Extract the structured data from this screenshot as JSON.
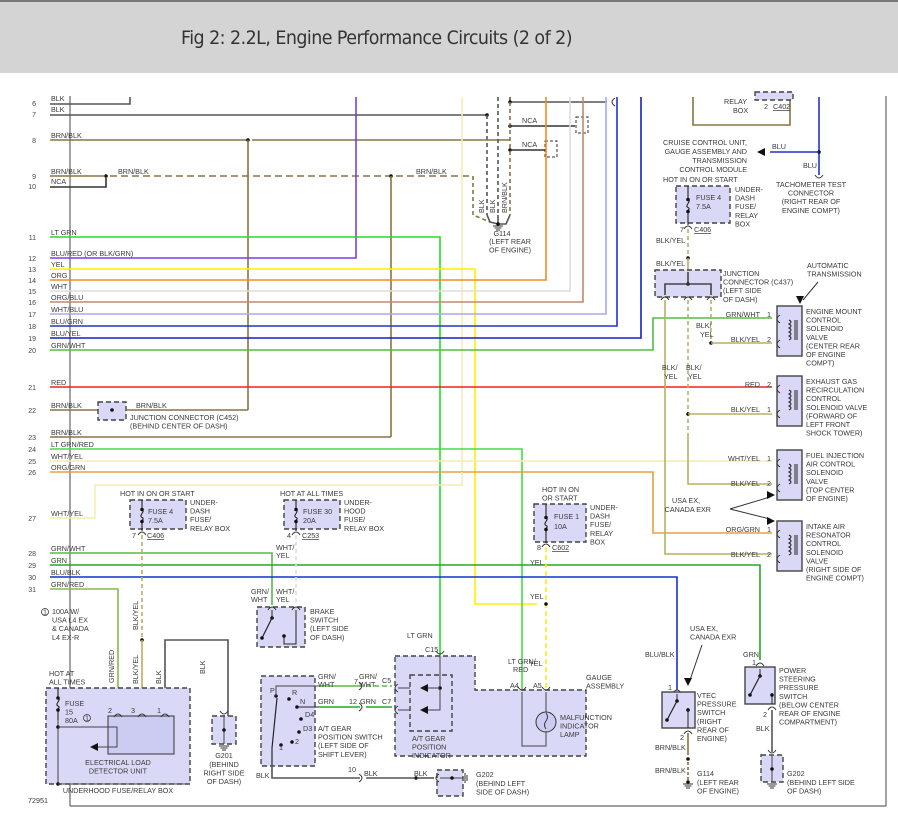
{
  "header": {
    "title": "Fig 2: 2.2L, Engine Performance Circuits (2 of 2)"
  },
  "figure_id": "72951",
  "colors": {
    "BLK": "#555555",
    "BRN/BLK": "#8a7343",
    "LT GRN": "#22dd22",
    "BLU/RED": "#7b3fe0",
    "YEL": "#ffee00",
    "ORG": "#f58a1f",
    "WHT": "#dddddd",
    "ORG/BLU": "#c08a70",
    "WHT/BLU": "#a9a9ee",
    "BLU/GRN": "#2233cc",
    "BLU/YEL": "#1122bb",
    "GRN/WHT": "#55bb44",
    "RED": "#ee2222",
    "LT GRN/RED": "#44dd44",
    "WHT/YEL": "#f0eeb0",
    "ORG/GRN": "#e8a040",
    "GRN": "#22aa22",
    "BLU/BLK": "#1133cc",
    "GRN/RED": "#88bb44",
    "BLK/YEL": "#b8b060",
    "NCA": "#333333",
    "BLU": "#2233cc",
    "component_fill": "#d9d9f7"
  },
  "rows": [
    {
      "num": "6",
      "label": "BLK"
    },
    {
      "num": "7",
      "label": "BLK"
    },
    {
      "num": "8",
      "label": "BRN/BLK"
    },
    {
      "num": "9",
      "label": "BRN/BLK",
      "extra": "BRN/BLK"
    },
    {
      "num": "10",
      "label": "NCA"
    },
    {
      "num": "11",
      "label": "LT GRN"
    },
    {
      "num": "12",
      "label": "BLU/RED (OR BLK/GRN)"
    },
    {
      "num": "13",
      "label": "YEL"
    },
    {
      "num": "14",
      "label": "ORG"
    },
    {
      "num": "15",
      "label": "WHT"
    },
    {
      "num": "16",
      "label": "ORG/BLU"
    },
    {
      "num": "17",
      "label": "WHT/BLU"
    },
    {
      "num": "18",
      "label": "BLU/GRN"
    },
    {
      "num": "19",
      "label": "BLU/YEL"
    },
    {
      "num": "20",
      "label": "GRN/WHT"
    },
    {
      "num": "21",
      "label": "RED"
    },
    {
      "num": "22",
      "label": "BRN/BLK",
      "extra": "BRN/BLK"
    },
    {
      "num": "23",
      "label": "BRN/BLK"
    },
    {
      "num": "24",
      "label": "LT GRN/RED"
    },
    {
      "num": "25",
      "label": "WHT/YEL"
    },
    {
      "num": "26",
      "label": "ORG/GRN"
    },
    {
      "num": "27",
      "label": "WHT/YEL"
    },
    {
      "num": "28",
      "label": "GRN/WHT"
    },
    {
      "num": "29",
      "label": "GRN"
    },
    {
      "num": "30",
      "label": "BLU/BLK"
    },
    {
      "num": "31",
      "label": "GRN/RED"
    }
  ],
  "components": {
    "c452": {
      "lines": [
        "JUNCTION CONNECTOR (C452)",
        "(BEHIND CENTER OF DASH)"
      ]
    },
    "g114_top": {
      "name": "G114",
      "lines": [
        "(LEFT REAR",
        "OF ENGINE)"
      ],
      "wires": [
        "BLK",
        "BLK",
        "BRN/BLK"
      ]
    },
    "nca_top": [
      "NCA",
      "NCA"
    ],
    "relay_box_top": {
      "lines": [
        "RELAY",
        "BOX"
      ],
      "pin": "2",
      "connector": "C402"
    },
    "cruise": {
      "lines": [
        "CRUISE CONTROL UNIT,",
        "GAUGE ASSEMBLY AND",
        "TRANSMISSION",
        "CONTROL MODULE"
      ],
      "wire": "BLU"
    },
    "tach": {
      "wire": "BLU",
      "lines": [
        "TACHOMETER TEST",
        "CONNECTOR",
        "(RIGHT REAR OF",
        "ENGINE COMPT)"
      ]
    },
    "fuse4_right": {
      "hot": "HOT IN ON OR START",
      "name": "FUSE 4",
      "rating": "7.5A",
      "box": [
        "UNDER-",
        "DASH",
        "FUSE/",
        "RELAY",
        "BOX"
      ],
      "pin": "7",
      "connector": "C406",
      "wire": "BLK/YEL"
    },
    "c437": {
      "wire": "BLK/YEL",
      "lines": [
        "JUNCTION",
        "CONNECTOR (C437)",
        "(LEFT SIDE",
        "OF DASH)"
      ]
    },
    "auto_trans": [
      "AUTOMATIC",
      "TRANSMISSION"
    ],
    "engine_mount": {
      "lines": [
        "ENGINE MOUNT",
        "CONTROL",
        "SOLENOID",
        "VALVE",
        "(CENTER REAR",
        "OF ENGINE",
        "COMPT)"
      ],
      "wire1": "GRN/WHT",
      "pin1": "1",
      "wire2": "BLK/YEL",
      "pin2": "2",
      "side": "BLK/ YEL"
    },
    "egr": {
      "lines": [
        "EXHAUST GAS",
        "RECIRCULATION",
        "CONTROL",
        "SOLENOID VALVE",
        "(FORWARD OF",
        "LEFT FRONT",
        "SHOCK TOWER)"
      ],
      "wire1": "RED",
      "pin1": "2",
      "wire2": "BLK/YEL",
      "pin2": "1",
      "side_a": "BLK/ YEL",
      "side_b": "BLK/ YEL"
    },
    "fuel_inj": {
      "lines": [
        "FUEL INJECTION",
        "AIR CONTROL",
        "SOLENOID",
        "VALVE",
        "(TOP CENTER",
        "OF ENGINE)"
      ],
      "wire1": "WHT/YEL",
      "pin1": "1",
      "wire2": "BLK/YEL",
      "pin2": "2"
    },
    "usa_ex_mid": [
      "USA EX,",
      "CANADA EXR"
    ],
    "intake_air": {
      "lines": [
        "INTAKE AIR",
        "RESONATOR",
        "CONTROL",
        "SOLENOID",
        "VALVE",
        "(RIGHT SIDE OF",
        "ENGINE COMPT)"
      ],
      "wire1": "ORG/GRN",
      "pin1": "1",
      "wire2": "BLK/YEL",
      "pin2": "2"
    },
    "fuse4_left": {
      "hot": "HOT IN ON OR START",
      "name": "FUSE 4",
      "rating": "7.5A",
      "box": [
        "UNDER-",
        "DASH",
        "FUSE/",
        "RELAY BOX"
      ],
      "pin": "7",
      "connector": "C406",
      "wire": "BLK/YEL"
    },
    "fuse30": {
      "hot": "HOT AT ALL TIMES",
      "name": "FUSE 30",
      "rating": "20A",
      "box": [
        "UNDER-",
        "HOOD",
        "FUSE/",
        "RELAY BOX"
      ],
      "pin": "4",
      "connector": "C253",
      "wire": "WHT/ YEL"
    },
    "fuse1": {
      "hot": [
        "HOT IN ON",
        "OR START"
      ],
      "name": "FUSE 1",
      "rating": "10A",
      "box": [
        "UNDER-",
        "DASH",
        "FUSE/",
        "RELAY",
        "BOX"
      ],
      "pin": "8",
      "connector": "C602",
      "wire_a": "YEL",
      "wire_b": "YEL"
    },
    "brake": {
      "lines": [
        "BRAKE",
        "SWITCH",
        "(LEFT SIDE",
        "OF DASH)"
      ],
      "wire_a": "GRN/ WHT",
      "wire_b": "WHT/ YEL"
    },
    "note1": {
      "marker": "1",
      "lines": [
        "100A W/",
        "USA L4 EX",
        "& CANADA",
        "L4 EX-R"
      ]
    },
    "eld": {
      "hot": [
        "HOT AT",
        "ALL TIMES"
      ],
      "fuse": [
        "FUSE",
        "15",
        "80A"
      ],
      "marker": "1",
      "pins": [
        "2",
        "3",
        "1"
      ],
      "wires": [
        "GRN/RED",
        "BLK/YEL",
        "BLK"
      ],
      "upper_wire": "BLK/YEL",
      "lines": [
        "ELECTRICAL LOAD",
        "DETECTOR UNIT"
      ],
      "box": "UNDERHOOD FUSE/RELAY BOX"
    },
    "g201": {
      "wire": "BLK",
      "name": "G201",
      "lines": [
        "(BEHIND",
        "RIGHT SIDE",
        "OF DASH)"
      ]
    },
    "at_switch": {
      "positions": [
        "P",
        "R",
        "N",
        "D4",
        "D3",
        "2",
        "1"
      ],
      "lines": [
        "A/T GEAR",
        "POSITION SWITCH",
        "(LEFT SIDE OF",
        "SHIFT LEVER)"
      ],
      "w1": "GRN/ WHT",
      "w1b": "GRN/ WHT",
      "p1": "7",
      "c1": "C5",
      "w2": "GRN",
      "w2b": "GRN",
      "p2": "12",
      "c2": "C7",
      "gnd_wire": "BLK",
      "p3": "10",
      "w3": "BLK",
      "w3b": "BLK"
    },
    "at_indicator": {
      "lines": [
        "A/T GEAR",
        "POSITION",
        "INDICATOR"
      ],
      "wire": "LT GRN",
      "connector": "C15"
    },
    "gauge": {
      "lines": [
        "GAUGE",
        "ASSEMBLY"
      ],
      "pin_a": "A4",
      "pin_b": "A5",
      "wire_a": "LT GRN/ RED",
      "wire_b": "YEL",
      "lamp": [
        "MALFUNCTION",
        "INDICATOR",
        "LAMP"
      ]
    },
    "g202_mid": {
      "name": "G202",
      "lines": [
        "(BEHIND LEFT",
        "SIDE OF DASH)"
      ]
    },
    "vtec": {
      "note": [
        "USA EX,",
        "CANADA EXR"
      ],
      "wire": "BLU/BLK",
      "pin1": "1",
      "pin2": "2",
      "lines": [
        "VTEC",
        "PRESSURE",
        "SWITCH",
        "(RIGHT",
        "REAR OF",
        "ENGINE)"
      ],
      "w_out": "BRN/BLK",
      "w_out2": "BRN/BLK",
      "gnd": "G114",
      "gnd_lines": [
        "(LEFT REAR",
        "OF ENGINE)"
      ]
    },
    "ps_switch": {
      "wire": "GRN",
      "pin1": "1",
      "pin2": "2",
      "lines": [
        "POWER",
        "STEERING",
        "PRESSURE",
        "SWITCH",
        "(BELOW CENTER",
        "REAR OF ENGINE",
        "COMPARTMENT)"
      ],
      "w_out": "BLK",
      "gnd": "G202",
      "gnd_lines": [
        "(BEHIND LEFT SIDE",
        "OF DASH)"
      ]
    }
  }
}
